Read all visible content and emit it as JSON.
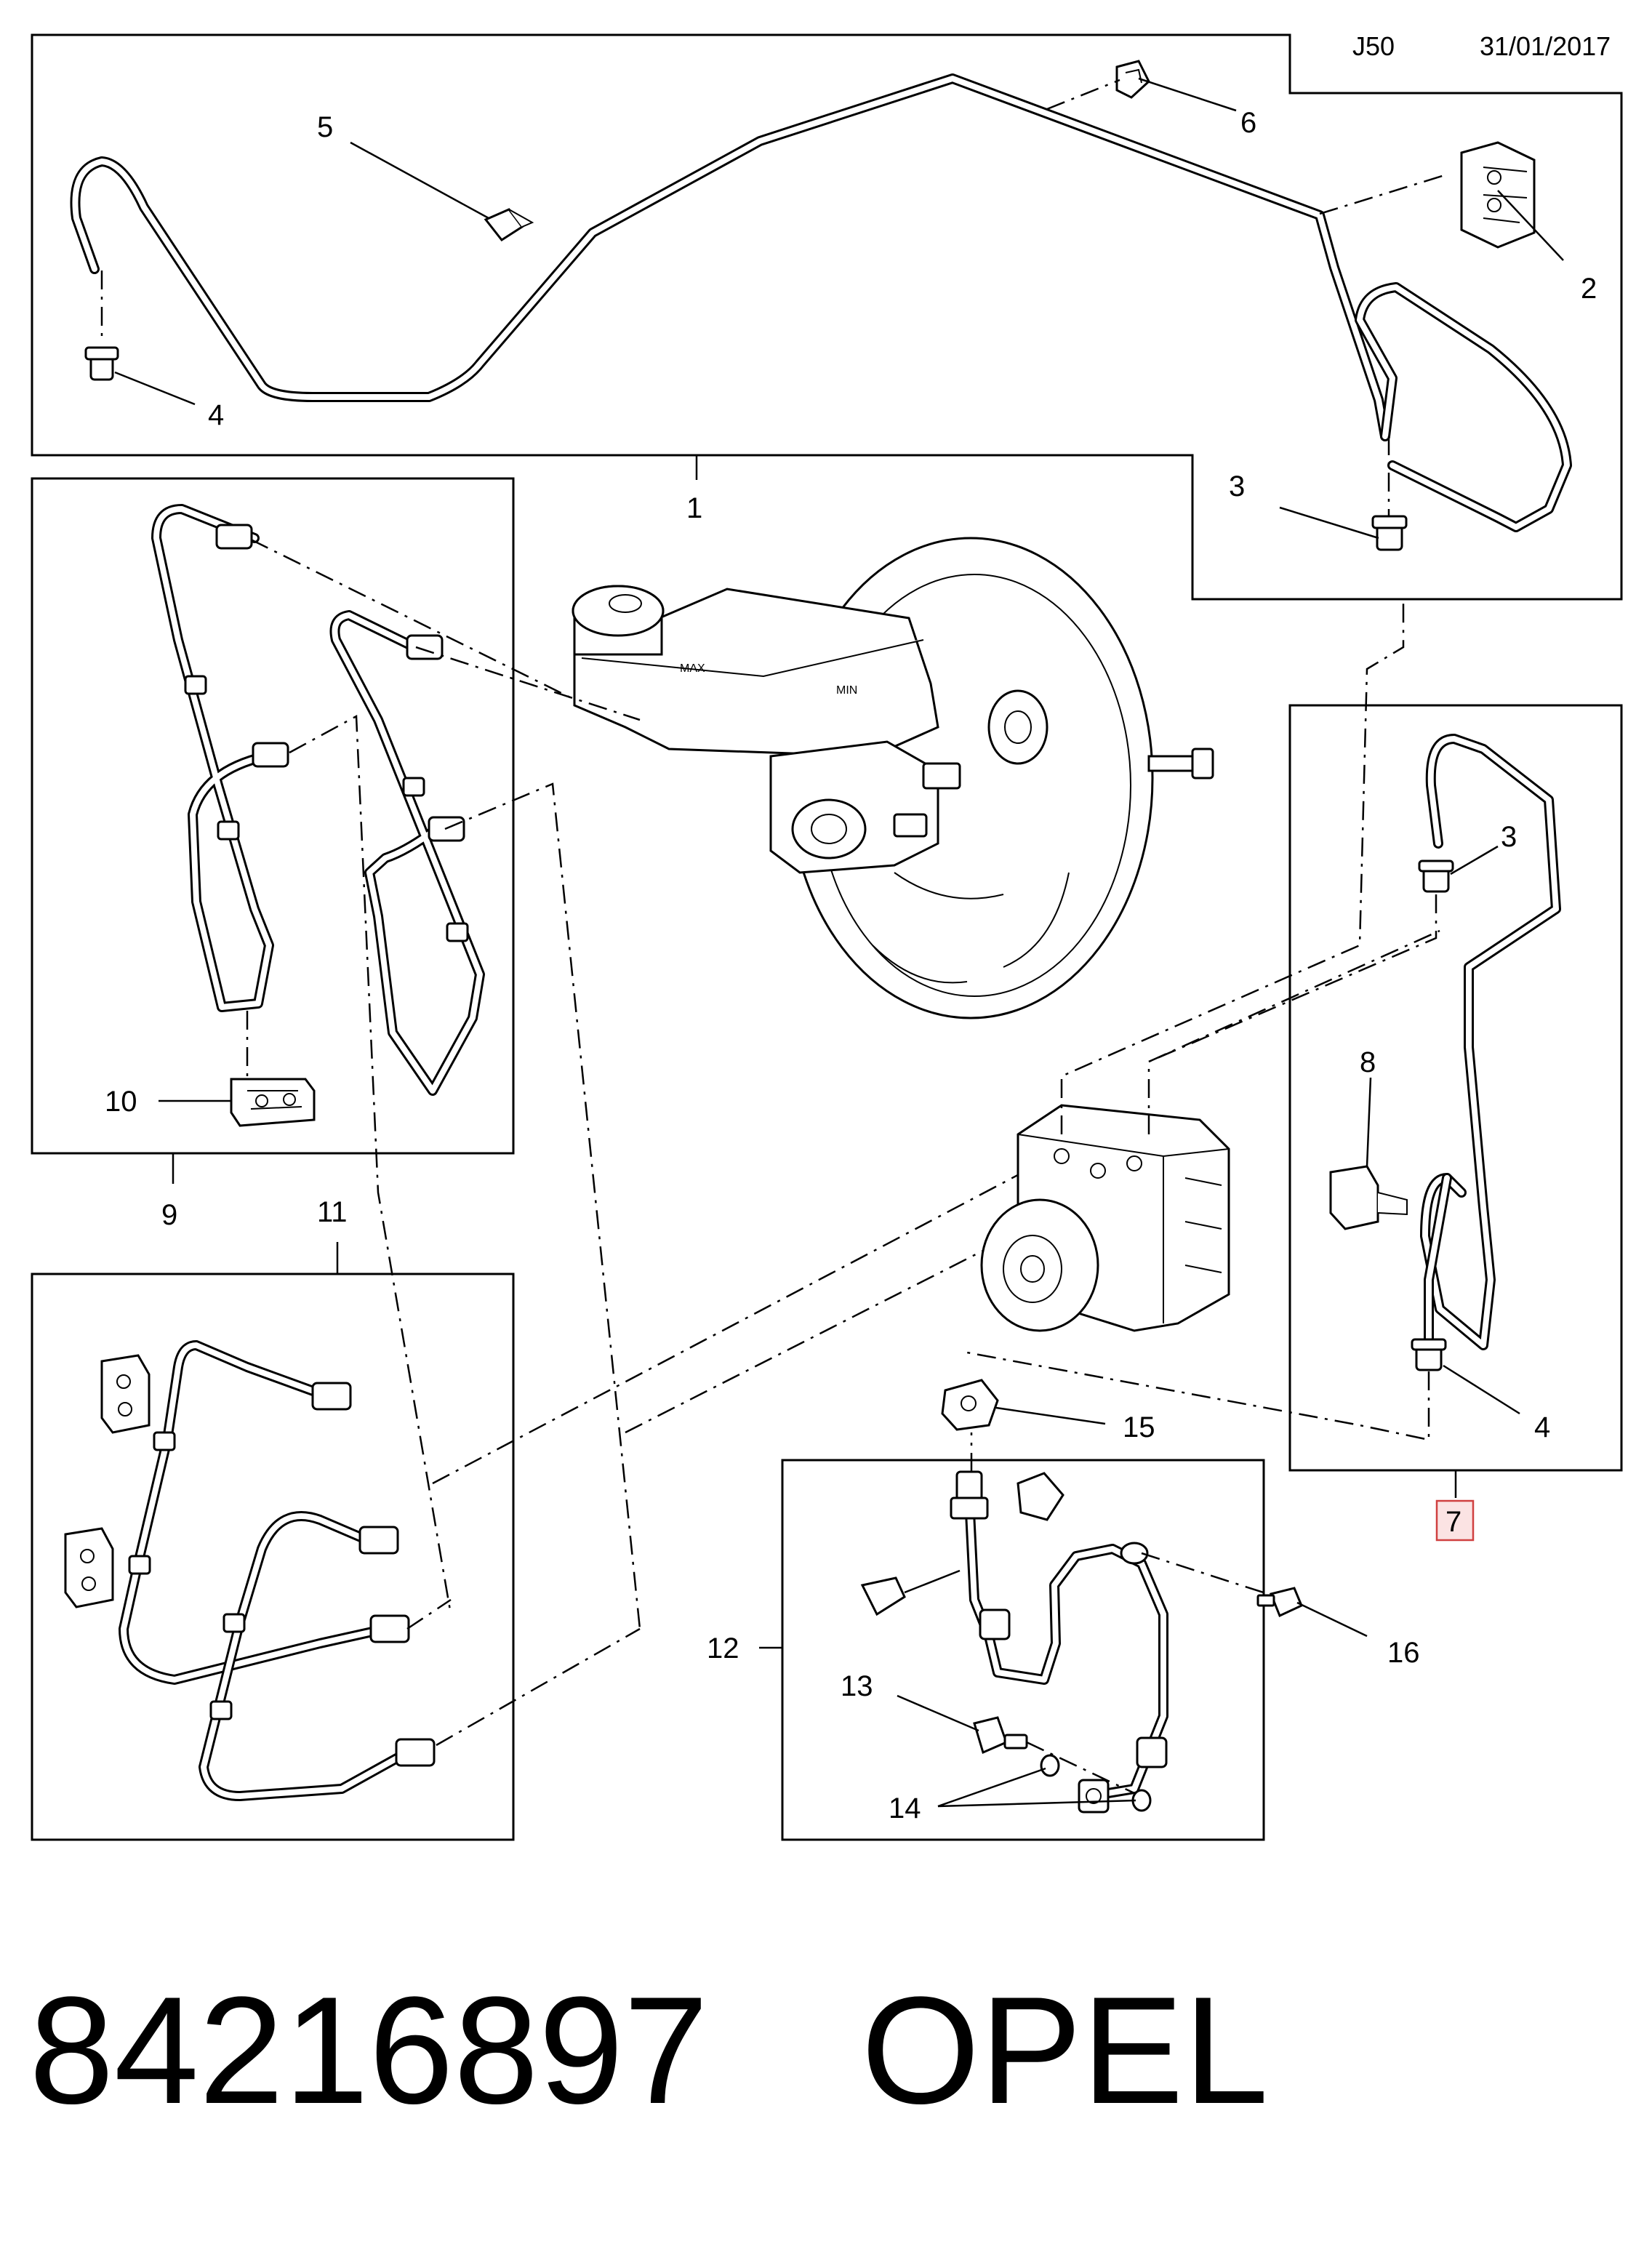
{
  "header": {
    "code": "J50",
    "date": "31/01/2017"
  },
  "callouts": {
    "c1": "1",
    "c2": "2",
    "c3a": "3",
    "c3b": "3",
    "c4a": "4",
    "c4b": "4",
    "c5": "5",
    "c6": "6",
    "c7": "7",
    "c8": "8",
    "c9": "9",
    "c10": "10",
    "c11": "11",
    "c12": "12",
    "c13": "13",
    "c14": "14",
    "c15": "15",
    "c16": "16"
  },
  "reservoir_mark": "MAX",
  "reservoir_mark_2": "MIN",
  "footer": {
    "part_number": "84216897",
    "brand": "OPEL"
  },
  "highlight_color": "#d04040"
}
